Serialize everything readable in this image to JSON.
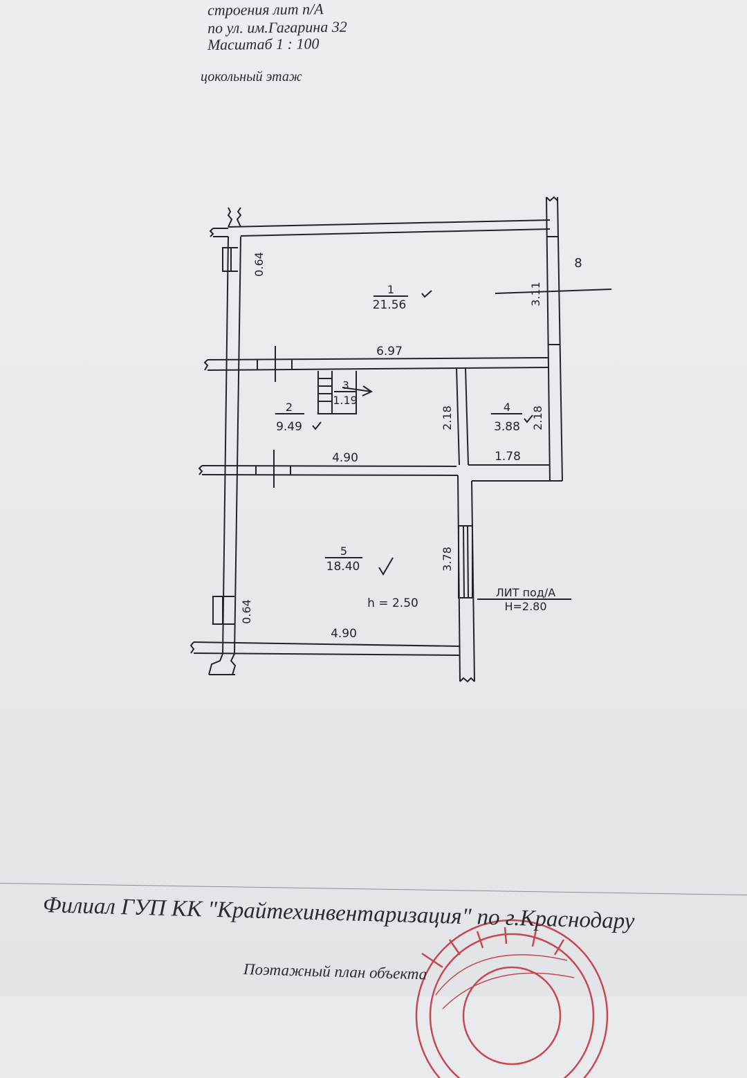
{
  "header": {
    "line1": "строения лит п/А",
    "line2": "по ул. им.Гагарина  32",
    "line3": "Масштаб   1 : 100",
    "floor": "цокольный этаж"
  },
  "plan": {
    "rooms": [
      {
        "number": "1",
        "area": "21.56"
      },
      {
        "number": "2",
        "area": "9.49"
      },
      {
        "number": "3",
        "area": "1.19"
      },
      {
        "number": "4",
        "area": "3.88"
      },
      {
        "number": "5",
        "area": "18.40"
      }
    ],
    "dims": {
      "top_window": "0.64",
      "bottom_window": "0.64",
      "room1_height": "3.11",
      "mid_width": "6.97",
      "room2_height": "2.18",
      "room4_height": "2.18",
      "lower_width": "4.90",
      "room4_width": "1.78",
      "room5_height": "3.78",
      "bottom_width": "4.90"
    },
    "height_note": "h  =  2.50",
    "lit_label": "ЛИТ под/А",
    "lit_height": "H=2.80",
    "outside_mark": "8"
  },
  "footer": {
    "title": "Филиал ГУП КК \"Крайтехинвентаризация\" по г.Краснодару",
    "subtitle": "Поэтажный план объекта"
  },
  "colors": {
    "ink": "#23232a",
    "paper": "#e9eaee",
    "stamp": "#c0262d"
  }
}
